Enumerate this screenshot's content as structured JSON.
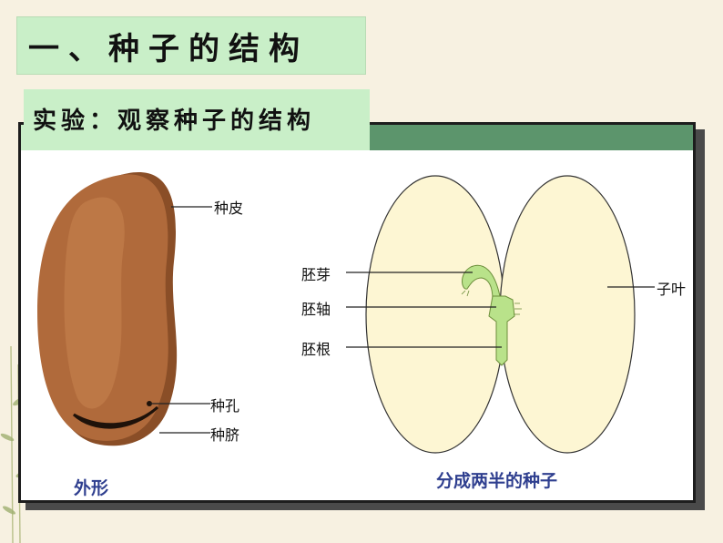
{
  "slide": {
    "title": "一、种子的结构",
    "subtitle": "实验：观察种子的结构"
  },
  "figure": {
    "left_caption": "外形",
    "right_caption": "分成两半的种子",
    "labels": {
      "seed_coat": "种皮",
      "micropyle": "种孔",
      "hilum": "种脐",
      "plumule": "胚芽",
      "hypocotyl": "胚轴",
      "radicle": "胚根",
      "cotyledon": "子叶"
    }
  },
  "colors": {
    "title_bg": "#c9efc8",
    "panel_bar": "#5c956c",
    "seed_coat": "#b06a3b",
    "cotyledon_fill": "#fdf6d3",
    "embryo_green": "#b9e28a",
    "caption_blue": "#2f3f8f"
  }
}
